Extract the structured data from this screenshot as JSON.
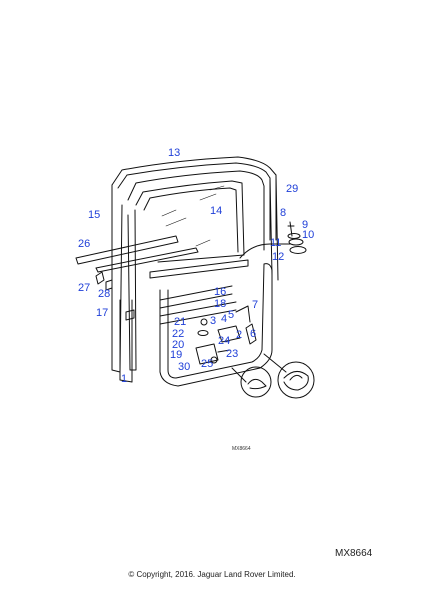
{
  "diagram": {
    "inner_code": "MX8664",
    "labels": [
      {
        "id": "1",
        "text": "1"
      },
      {
        "id": "3",
        "text": "3"
      },
      {
        "id": "4",
        "text": "4"
      },
      {
        "id": "2",
        "text": "2"
      },
      {
        "id": "5",
        "text": "5"
      },
      {
        "id": "6",
        "text": "6"
      },
      {
        "id": "7",
        "text": "7"
      },
      {
        "id": "8",
        "text": "8"
      },
      {
        "id": "9",
        "text": "9"
      },
      {
        "id": "10",
        "text": "10"
      },
      {
        "id": "11",
        "text": "11"
      },
      {
        "id": "12",
        "text": "12"
      },
      {
        "id": "13",
        "text": "13"
      },
      {
        "id": "14",
        "text": "14"
      },
      {
        "id": "15",
        "text": "15"
      },
      {
        "id": "16",
        "text": "16"
      },
      {
        "id": "17",
        "text": "17"
      },
      {
        "id": "18",
        "text": "18"
      },
      {
        "id": "19",
        "text": "19"
      },
      {
        "id": "20",
        "text": "20"
      },
      {
        "id": "21",
        "text": "21"
      },
      {
        "id": "22",
        "text": "22"
      },
      {
        "id": "23",
        "text": "23"
      },
      {
        "id": "24",
        "text": "24"
      },
      {
        "id": "25",
        "text": "25"
      },
      {
        "id": "26",
        "text": "26"
      },
      {
        "id": "27",
        "text": "27"
      },
      {
        "id": "28",
        "text": "28"
      },
      {
        "id": "29",
        "text": "29"
      },
      {
        "id": "30",
        "text": "30"
      }
    ]
  },
  "footer": {
    "ref_code": "MX8664",
    "copyright": "© Copyright, 2016. Jaguar Land Rover Limited."
  }
}
